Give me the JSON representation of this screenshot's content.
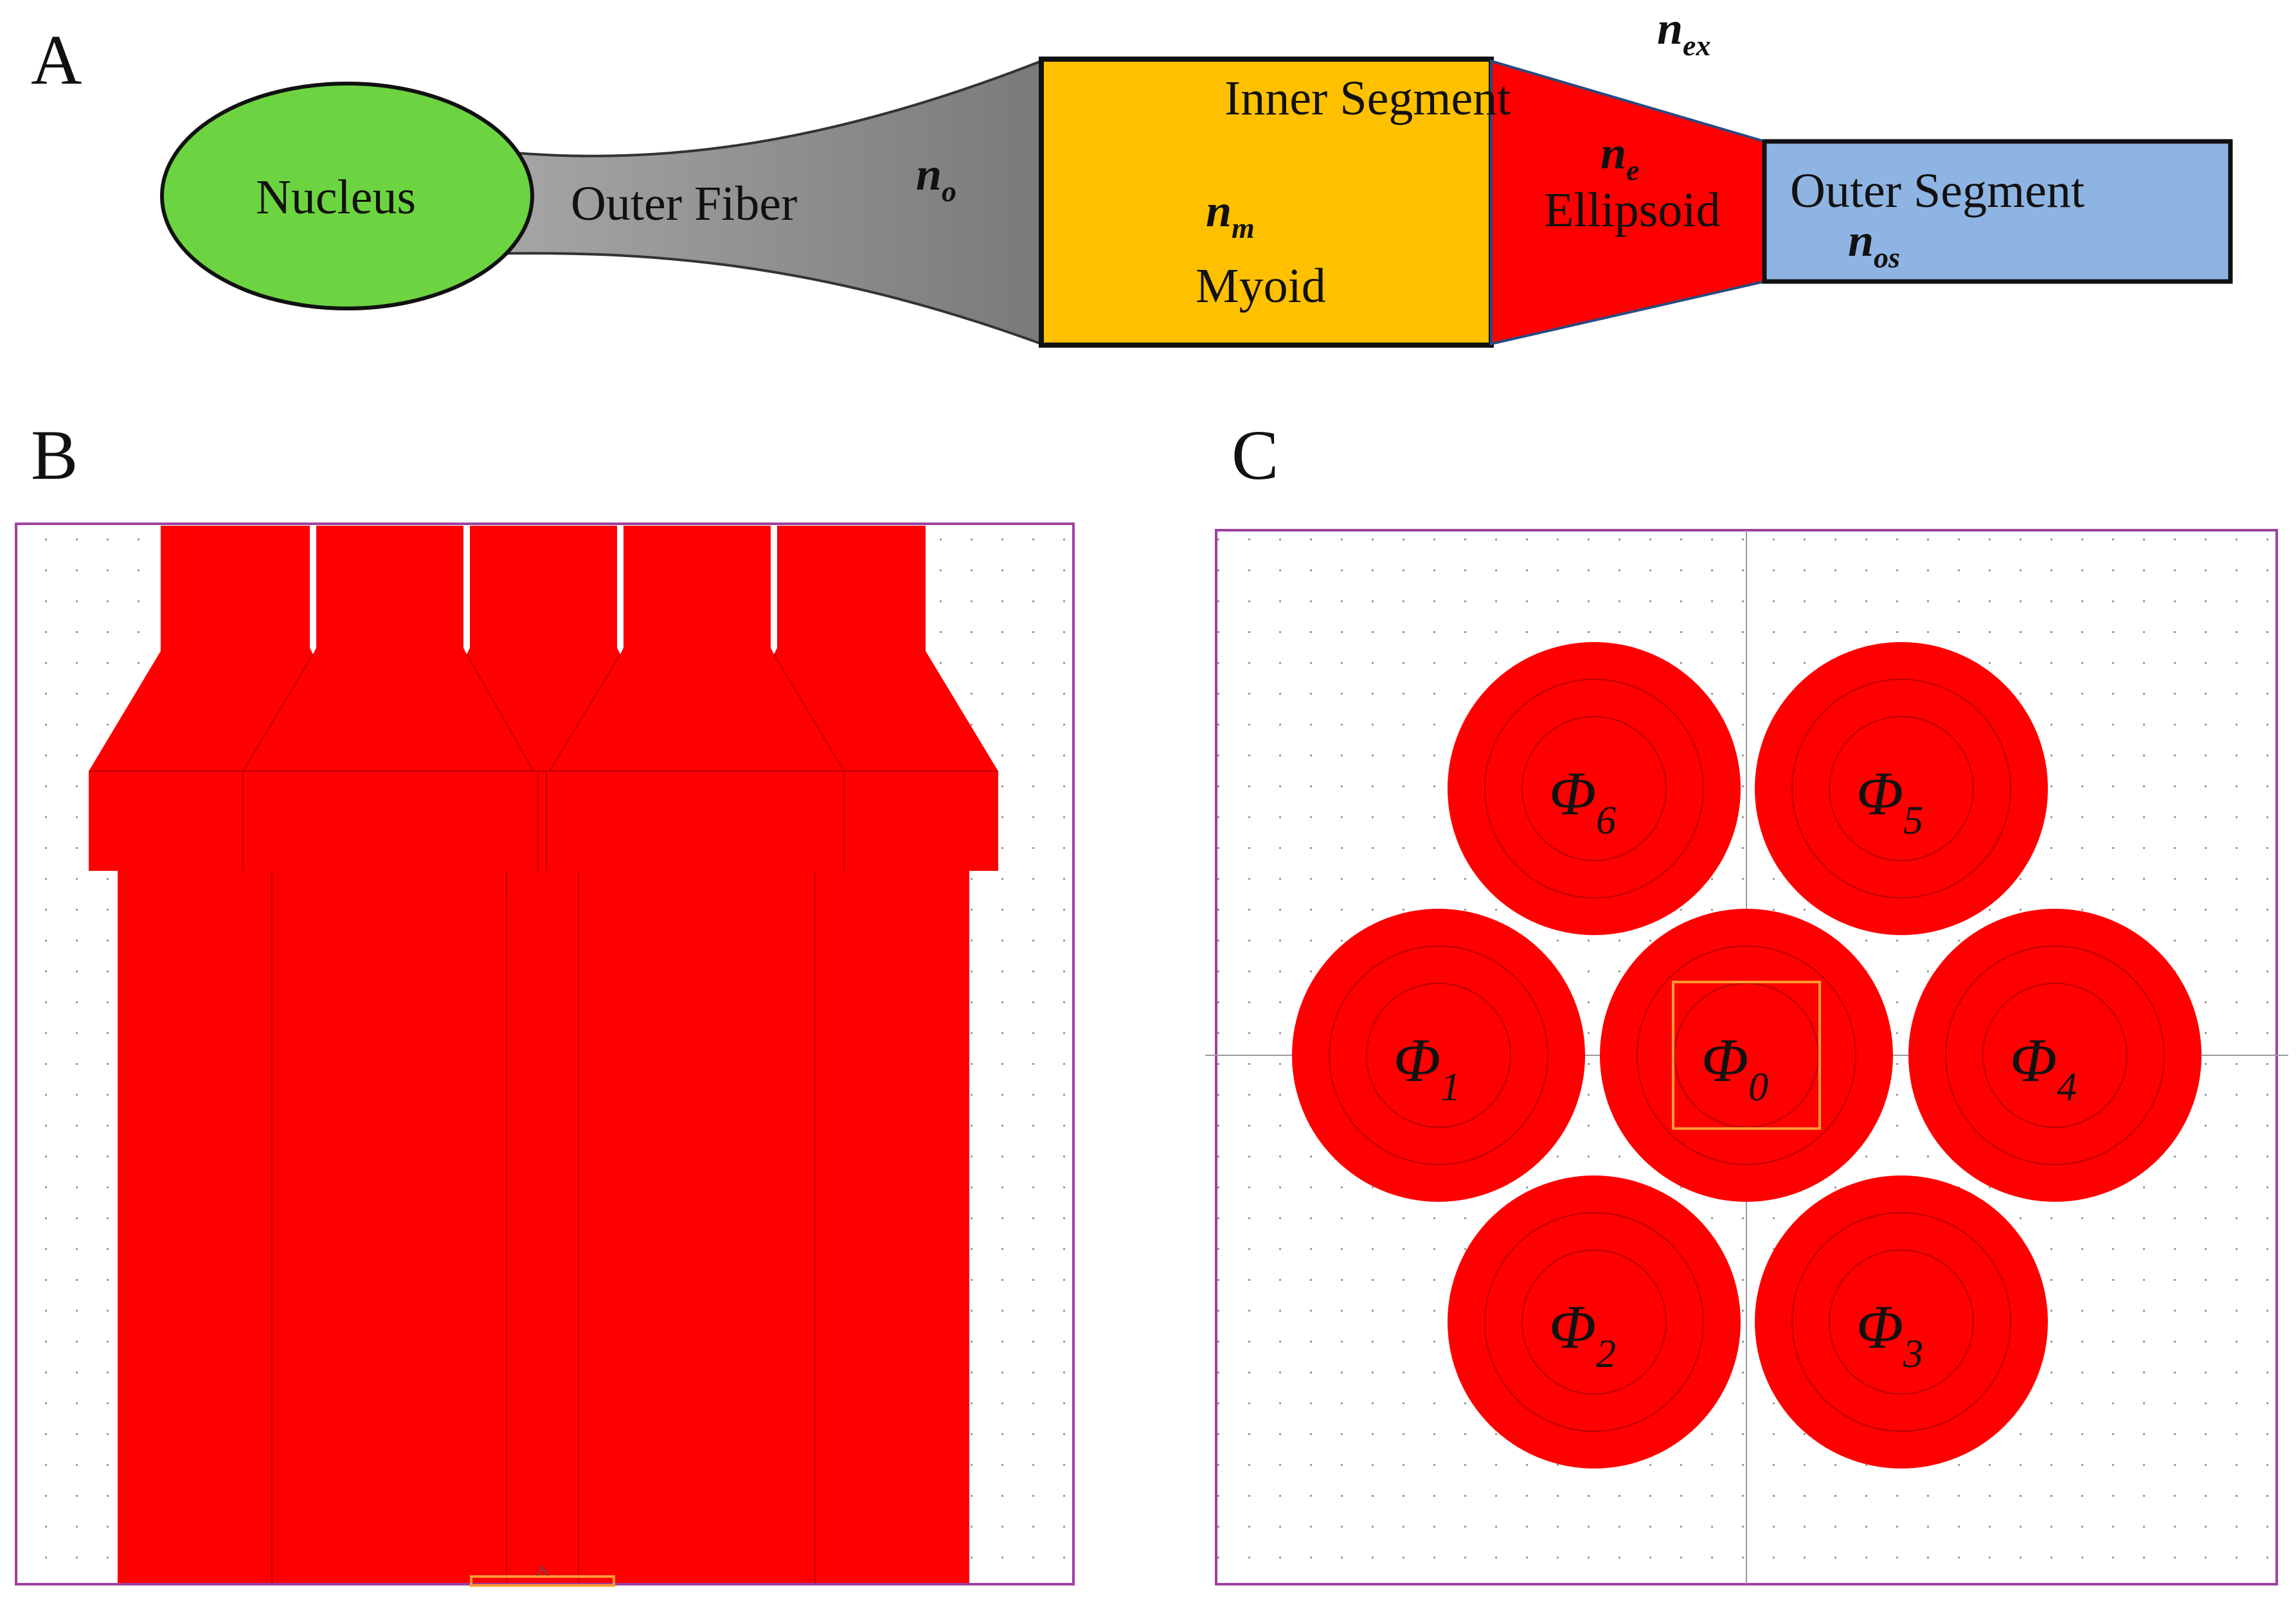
{
  "panels": {
    "a_label": "A",
    "b_label": "B",
    "c_label": "C"
  },
  "panel_a": {
    "nucleus": "Nucleus",
    "outer_fiber": "Outer Fiber",
    "inner_segment": "Inner Segment",
    "myoid": "Myoid",
    "ellipsoid": "Ellipsoid",
    "outer_segment": "Outer Segment",
    "n_o": {
      "base": "n",
      "sub": "o"
    },
    "n_m": {
      "base": "n",
      "sub": "m"
    },
    "n_e": {
      "base": "n",
      "sub": "e"
    },
    "n_ex": {
      "base": "n",
      "sub": "ex"
    },
    "n_os": {
      "base": "n",
      "sub": "os"
    }
  },
  "panel_c": {
    "phi_symbol": "Φ",
    "cells": [
      {
        "sub": "0"
      },
      {
        "sub": "1"
      },
      {
        "sub": "2"
      },
      {
        "sub": "3"
      },
      {
        "sub": "4"
      },
      {
        "sub": "5"
      },
      {
        "sub": "6"
      }
    ]
  },
  "colors": {
    "nucleus": "#6cd440",
    "outer_fiber": "#909090",
    "myoid": "#ffc000",
    "ellipsoid": "#ff0000",
    "outer_segment": "#8eb4e3",
    "model_red": "#ff0000",
    "frame_purple": "#a040a0",
    "probe_orange": "#ff9933"
  }
}
